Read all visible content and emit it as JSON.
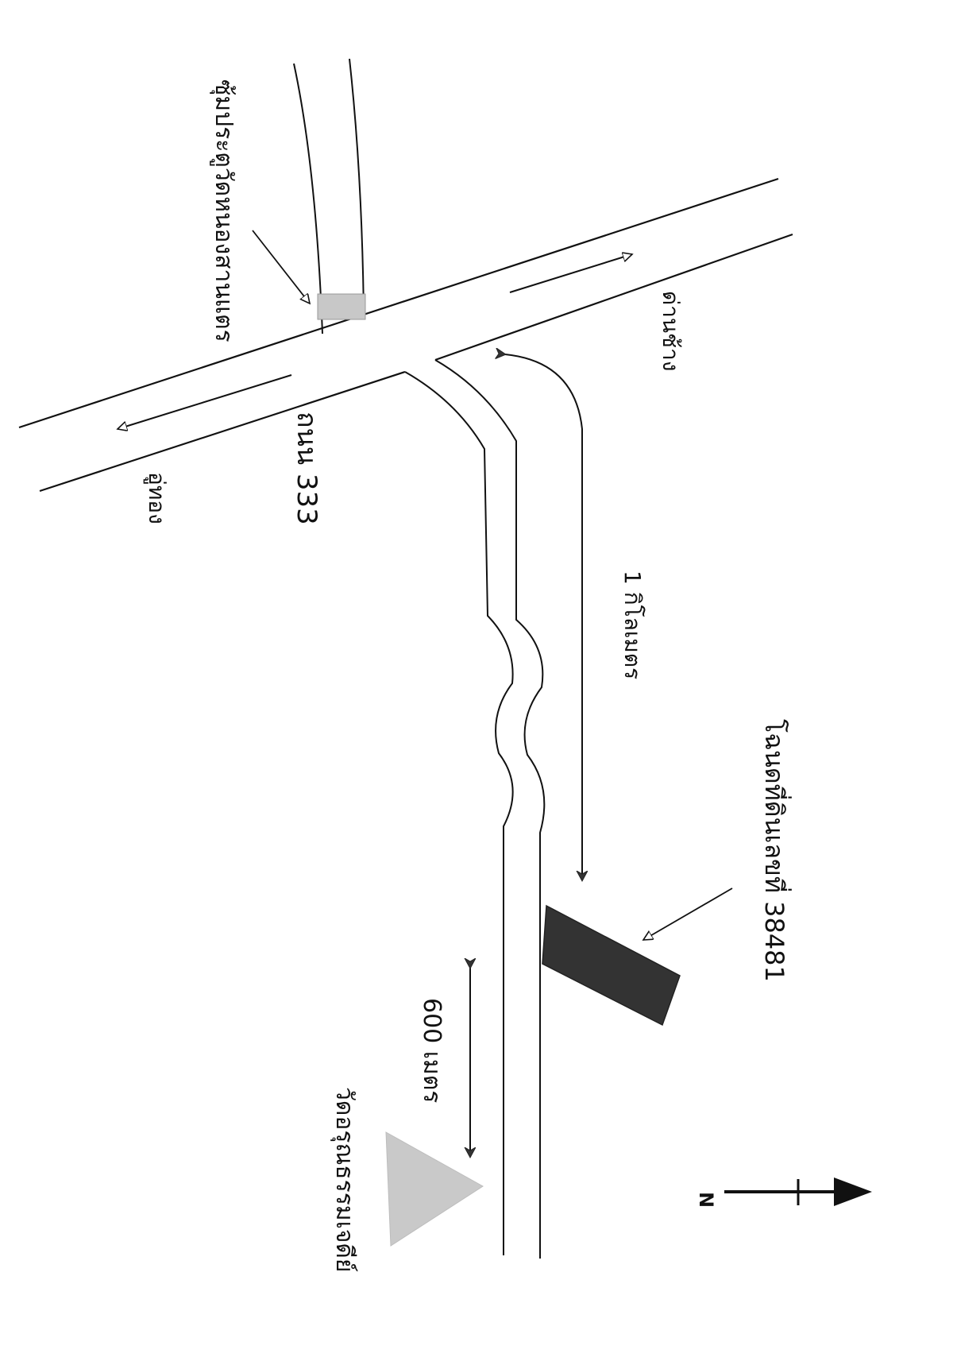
{
  "map": {
    "labels": {
      "gate_arch": "ซุ้มประตูวัดหนองสานแตร",
      "road": "ถนน 333",
      "to_u_thong": "อู่ทอง",
      "to_dan_chang": "ด่านช้าง",
      "dist_1km": "1 กิโลเมตร",
      "land_title": "โฉนดที่ดินเลขที่ 38481",
      "dist_600m": "600 เมตร",
      "temple": "วัดอรุณธรรมเจดีย์",
      "north": "N"
    },
    "colors": {
      "line": "#111111",
      "gate_fill": "#c8c8c8",
      "plot_fill": "#333333",
      "temple_fill": "#c9c9c9",
      "background": "#ffffff"
    },
    "icons": {
      "north_arrow": "north-arrow-icon",
      "plot": "land-plot-icon",
      "temple": "temple-triangle-icon"
    }
  }
}
